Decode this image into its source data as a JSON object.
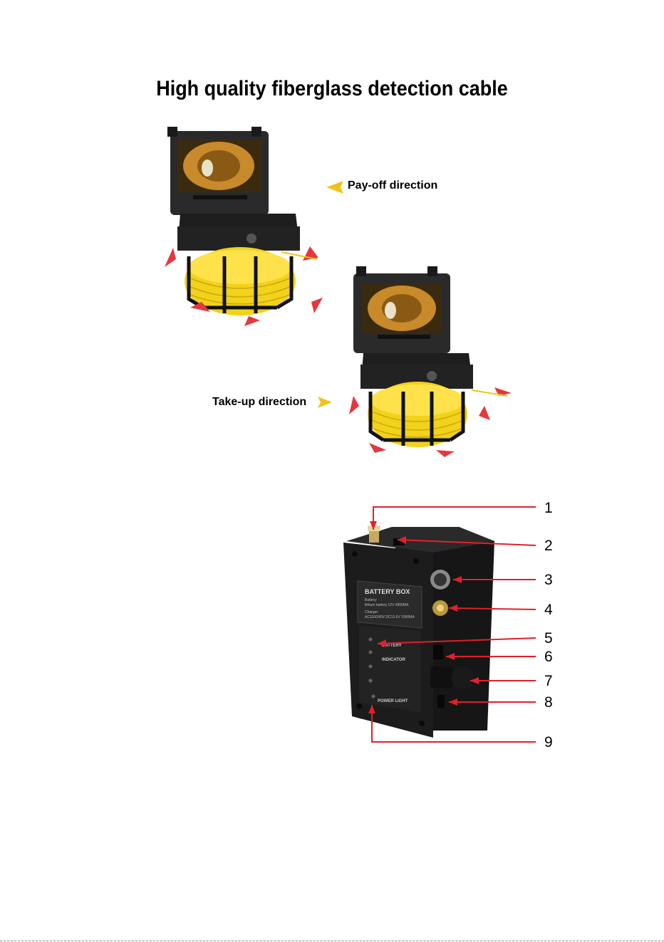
{
  "page": {
    "title": "High quality fiberglass detection cable"
  },
  "reel_section": {
    "payoff_label": "Pay-off direction",
    "takeup_label": "Take-up direction",
    "cable_color": "#f2d21a",
    "arrow_color": "#e5373d",
    "pointer_color": "#f2c21a"
  },
  "battery_box": {
    "label_title": "BATTERY BOX",
    "label_battery_heading": "Battery:",
    "label_battery_text": "lithium battery 12V 4800MA",
    "label_charger_heading": "Charger:",
    "label_charger_text": "AC110/240V DC12.6V 1000MA",
    "indicator_battery": "BATTERY",
    "indicator_indicator": "INDICATOR",
    "indicator_power": "POWER LIGHT",
    "callouts": [
      "1",
      "2",
      "3",
      "4",
      "5",
      "6",
      "7",
      "8",
      "9"
    ],
    "callout_color": "#e0202a"
  }
}
